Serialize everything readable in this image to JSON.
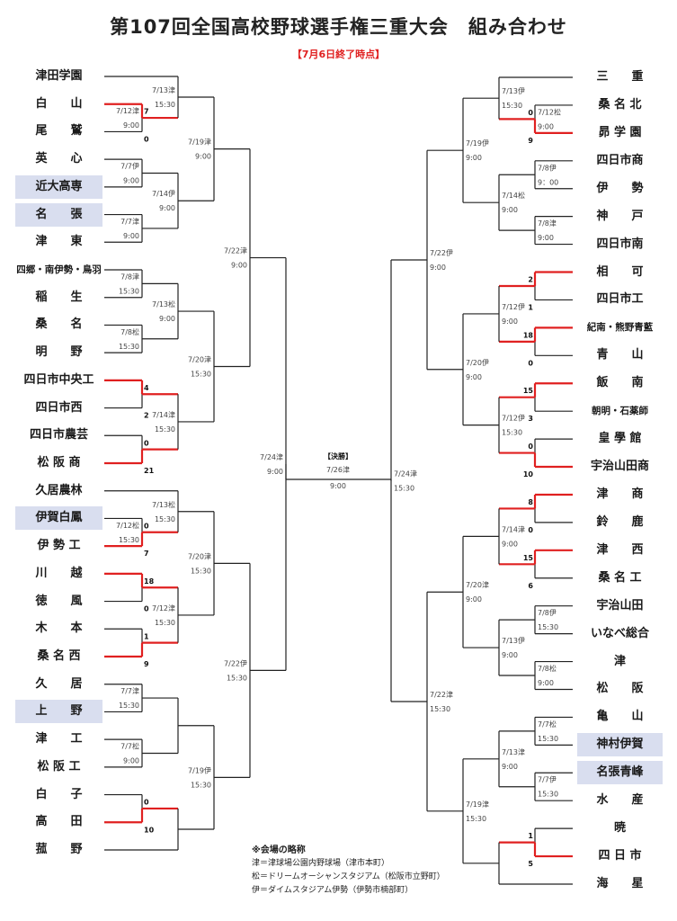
{
  "header": {
    "title": "第107回全国高校野球選手権三重大会　組み合わせ",
    "subtitle": "【7月6日終了時点】"
  },
  "left_teams": [
    {
      "name": "津田学園"
    },
    {
      "name": "白　　山"
    },
    {
      "name": "尾　　鷲"
    },
    {
      "name": "英　　心"
    },
    {
      "name": "近大高専",
      "hl": true
    },
    {
      "name": "名　　張",
      "hl": true
    },
    {
      "name": "津　　東"
    },
    {
      "name": "四郷・南伊勢・鳥羽",
      "small": true
    },
    {
      "name": "稲　　生"
    },
    {
      "name": "桑　　名"
    },
    {
      "name": "明　　野"
    },
    {
      "name": "四日市中央工"
    },
    {
      "name": "四日市西"
    },
    {
      "name": "四日市農芸"
    },
    {
      "name": "松 阪 商"
    },
    {
      "name": "久居農林"
    },
    {
      "name": "伊賀白鳳",
      "hl": true
    },
    {
      "name": "伊 勢 工"
    },
    {
      "name": "川　　越"
    },
    {
      "name": "徳　　風"
    },
    {
      "name": "木　　本"
    },
    {
      "name": "桑 名 西"
    },
    {
      "name": "久　　居"
    },
    {
      "name": "上　　野",
      "hl": true
    },
    {
      "name": "津　　工"
    },
    {
      "name": "松 阪 工"
    },
    {
      "name": "白　　子"
    },
    {
      "name": "高　　田"
    },
    {
      "name": "菰　　野"
    }
  ],
  "right_teams": [
    {
      "name": "三　　重"
    },
    {
      "name": "桑 名 北"
    },
    {
      "name": "昴 学 園"
    },
    {
      "name": "四日市商"
    },
    {
      "name": "伊　　勢"
    },
    {
      "name": "神　　戸"
    },
    {
      "name": "四日市南"
    },
    {
      "name": "相　　可"
    },
    {
      "name": "四日市工"
    },
    {
      "name": "紀南・熊野青藍",
      "small": true
    },
    {
      "name": "青　　山"
    },
    {
      "name": "飯　　南"
    },
    {
      "name": "朝明・石薬師",
      "small": true
    },
    {
      "name": "皇 學 館"
    },
    {
      "name": "宇治山田商"
    },
    {
      "name": "津　　商"
    },
    {
      "name": "鈴　　鹿"
    },
    {
      "name": "津　　西"
    },
    {
      "name": "桑 名 工"
    },
    {
      "name": "宇治山田"
    },
    {
      "name": "いなべ総合"
    },
    {
      "name": "津"
    },
    {
      "name": "松　　阪"
    },
    {
      "name": "亀　　山"
    },
    {
      "name": "神村伊賀",
      "hl": true
    },
    {
      "name": "名張青峰",
      "hl": true
    },
    {
      "name": "水　　産"
    },
    {
      "name": "暁"
    },
    {
      "name": "四 日 市"
    },
    {
      "name": "海　　星"
    }
  ],
  "left_r1": [
    {
      "a": 1,
      "b": 2,
      "date": "7/12津",
      "time": "9:00",
      "sa": "7",
      "sb": "0",
      "w": "a"
    },
    {
      "a": 3,
      "b": 4,
      "date": "7/7伊",
      "time": "9:00"
    },
    {
      "a": 5,
      "b": 6,
      "date": "7/7津",
      "time": "9:00"
    },
    {
      "a": 7,
      "b": 8,
      "date": "7/8津",
      "time": "15:30"
    },
    {
      "a": 9,
      "b": 10,
      "date": "7/8松",
      "time": "15:30"
    },
    {
      "a": 11,
      "b": 12,
      "date": "",
      "time": "",
      "sa": "4",
      "sb": "2",
      "w": "a"
    },
    {
      "a": 13,
      "b": 14,
      "date": "",
      "time": "",
      "sa": "0",
      "sb": "21",
      "w": "b"
    },
    {
      "a": 16,
      "b": 17,
      "date": "7/12松",
      "time": "15:30",
      "sa": "0",
      "sb": "7",
      "w": "b"
    },
    {
      "a": 18,
      "b": 19,
      "date": "",
      "time": "",
      "sa": "18",
      "sb": "0",
      "w": "a"
    },
    {
      "a": 20,
      "b": 21,
      "date": "",
      "time": "",
      "sa": "1",
      "sb": "9",
      "w": "b"
    },
    {
      "a": 22,
      "b": 23,
      "date": "7/7津",
      "time": "15:30"
    },
    {
      "a": 24,
      "b": 25,
      "date": "7/7松",
      "time": "9:00"
    },
    {
      "a": 26,
      "b": 27,
      "date": "",
      "time": "",
      "sa": "0",
      "sb": "10",
      "w": "b"
    }
  ],
  "left_r2": [
    {
      "date": "7/13津",
      "time": "15:30"
    },
    {
      "date": "7/14伊",
      "time": "9:00"
    },
    {
      "date": "7/13松",
      "time": "9:00"
    },
    {
      "date": "7/14津",
      "time": "15:30"
    },
    {
      "date": "7/13松",
      "time": "15:30"
    },
    {
      "date": "7/12津",
      "time": "15:30"
    }
  ],
  "left_r3": [
    {
      "date": "7/19津",
      "time": "9:00"
    },
    {
      "date": "7/20津",
      "time": "15:30"
    },
    {
      "date": "7/20津",
      "time": "15:30"
    },
    {
      "date": "7/19伊",
      "time": "15:30"
    }
  ],
  "left_r4": [
    {
      "date": "7/22津",
      "time": "9:00"
    },
    {
      "date": "7/22伊",
      "time": "15:30"
    }
  ],
  "left_r5": {
    "date": "7/24津",
    "time": "9:00"
  },
  "right_r1": [
    {
      "a": 1,
      "b": 2,
      "date": "7/12松",
      "time": "9:00",
      "sa": "0",
      "sb": "9",
      "w": "b"
    },
    {
      "a": 3,
      "b": 4,
      "date": "7/8伊",
      "time": "9：00"
    },
    {
      "a": 5,
      "b": 6,
      "date": "7/8津",
      "time": "9:00"
    },
    {
      "a": 7,
      "b": 8,
      "date": "",
      "time": "",
      "sa": "2",
      "sb": "1",
      "w": "a"
    },
    {
      "a": 9,
      "b": 10,
      "date": "",
      "time": "",
      "sa": "18",
      "sb": "0",
      "w": "a"
    },
    {
      "a": 11,
      "b": 12,
      "date": "",
      "time": "",
      "sa": "15",
      "sb": "3",
      "w": "a"
    },
    {
      "a": 13,
      "b": 14,
      "date": "",
      "time": "",
      "sa": "0",
      "sb": "10",
      "w": "b"
    },
    {
      "a": 15,
      "b": 16,
      "date": "",
      "time": "",
      "sa": "8",
      "sb": "0",
      "w": "a"
    },
    {
      "a": 17,
      "b": 18,
      "date": "",
      "time": "",
      "sa": "15",
      "sb": "6",
      "w": "a"
    },
    {
      "a": 19,
      "b": 20,
      "date": "7/8伊",
      "time": "15:30"
    },
    {
      "a": 21,
      "b": 22,
      "date": "7/8松",
      "time": "9:00"
    },
    {
      "a": 23,
      "b": 24,
      "date": "7/7松",
      "time": "15:30"
    },
    {
      "a": 25,
      "b": 26,
      "date": "7/7伊",
      "time": "15:30"
    },
    {
      "a": 27,
      "b": 28,
      "date": "",
      "time": "",
      "sa": "1",
      "sb": "5",
      "w": "b"
    }
  ],
  "right_r2": [
    {
      "date": "7/13伊",
      "time": "15:30"
    },
    {
      "date": "7/14松",
      "time": "9:00"
    },
    {
      "date": "7/12伊",
      "time": "9:00"
    },
    {
      "date": "7/12伊",
      "time": "15:30"
    },
    {
      "date": "7/14津",
      "time": "9:00"
    },
    {
      "date": "7/13伊",
      "time": "9:00"
    },
    {
      "date": "7/13津",
      "time": "9:00"
    }
  ],
  "right_r3": [
    {
      "date": "7/19伊",
      "time": "9:00"
    },
    {
      "date": "7/20伊",
      "time": "9:00"
    },
    {
      "date": "7/20津",
      "time": "9:00"
    },
    {
      "date": "7/19津",
      "time": "15:30"
    }
  ],
  "right_r4": [
    {
      "date": "7/22伊",
      "time": "9:00"
    },
    {
      "date": "7/22津",
      "time": "15:30"
    }
  ],
  "right_r5": {
    "date": "7/24津",
    "time": "15:30"
  },
  "final": {
    "label": "【決勝】",
    "date": "7/26津",
    "time": "9:00"
  },
  "legend": {
    "heading": "※会場の略称",
    "lines": [
      "津＝津球場公園内野球場（津市本町）",
      "松＝ドリームオーシャンスタジアム（松阪市立野町）",
      "伊＝ダイムスタジアム伊勢（伊勢市楠部町）"
    ]
  },
  "colors": {
    "line": "#222222",
    "winner": "#e02020",
    "highlight": "#d9deef"
  }
}
